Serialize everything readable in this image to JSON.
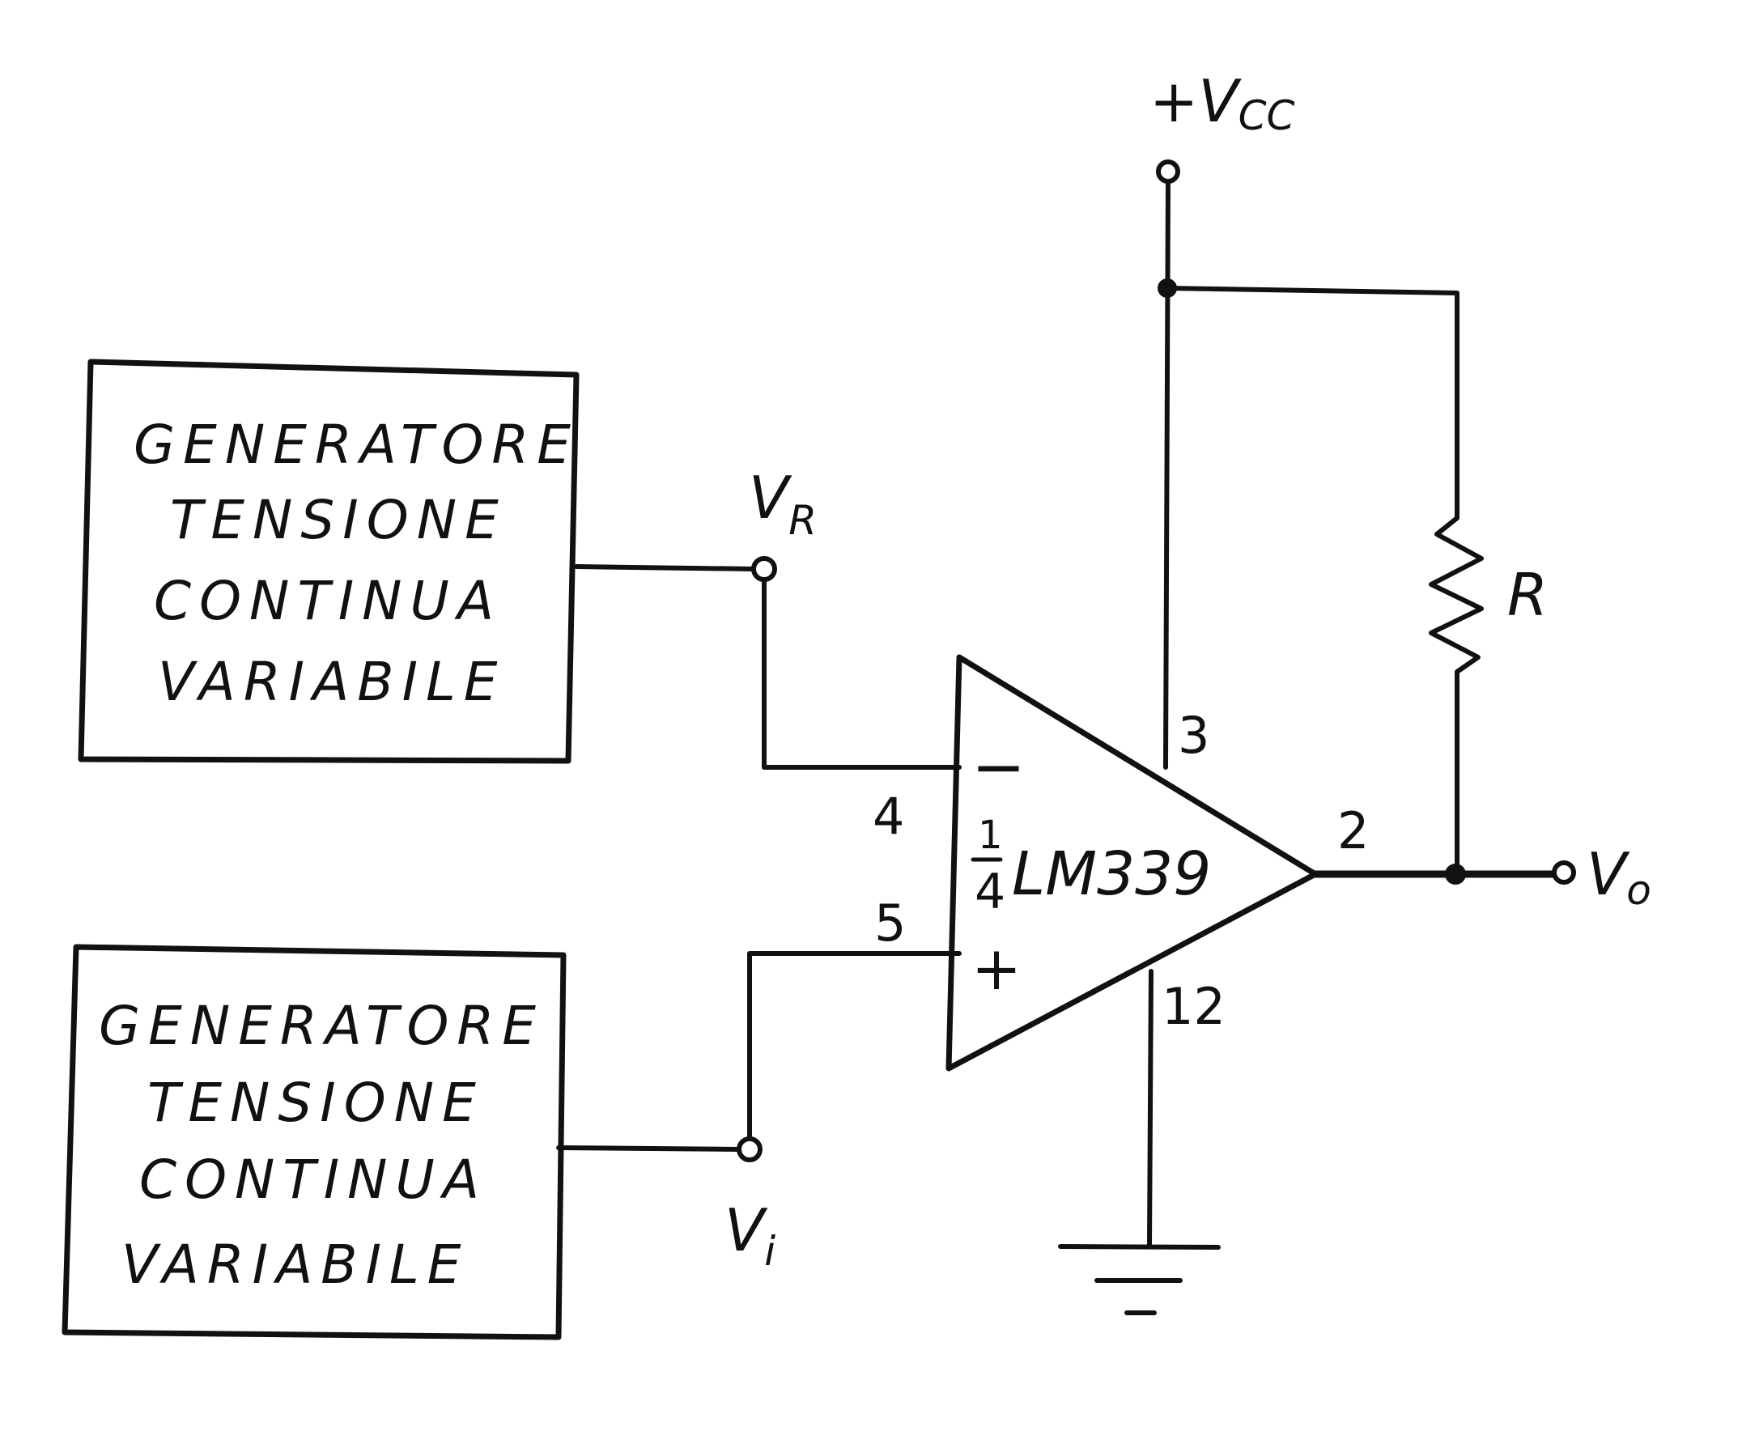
{
  "generators": {
    "top": {
      "lines": [
        "GENERATORE",
        "TENSIONE",
        "CONTINUA",
        "VARIABILE"
      ]
    },
    "bottom": {
      "lines": [
        "GENERATORE",
        "TENSIONE",
        "CONTINUA",
        "VARIABILE"
      ]
    }
  },
  "comparator": {
    "fraction_num": "1",
    "fraction_den": "4",
    "part": "LM339",
    "minus_sign": "−",
    "plus_sign": "+"
  },
  "pins": {
    "inverting": "4",
    "non_inverting": "5",
    "supply": "3",
    "output": "2",
    "ground": "12"
  },
  "signals": {
    "vcc": {
      "prefix": "+V",
      "sub": "CC"
    },
    "vr": {
      "main": "V",
      "sub": "R"
    },
    "vi": {
      "main": "V",
      "sub": "i"
    },
    "vo": {
      "main": "V",
      "sub": "o"
    },
    "resistor": "R"
  }
}
